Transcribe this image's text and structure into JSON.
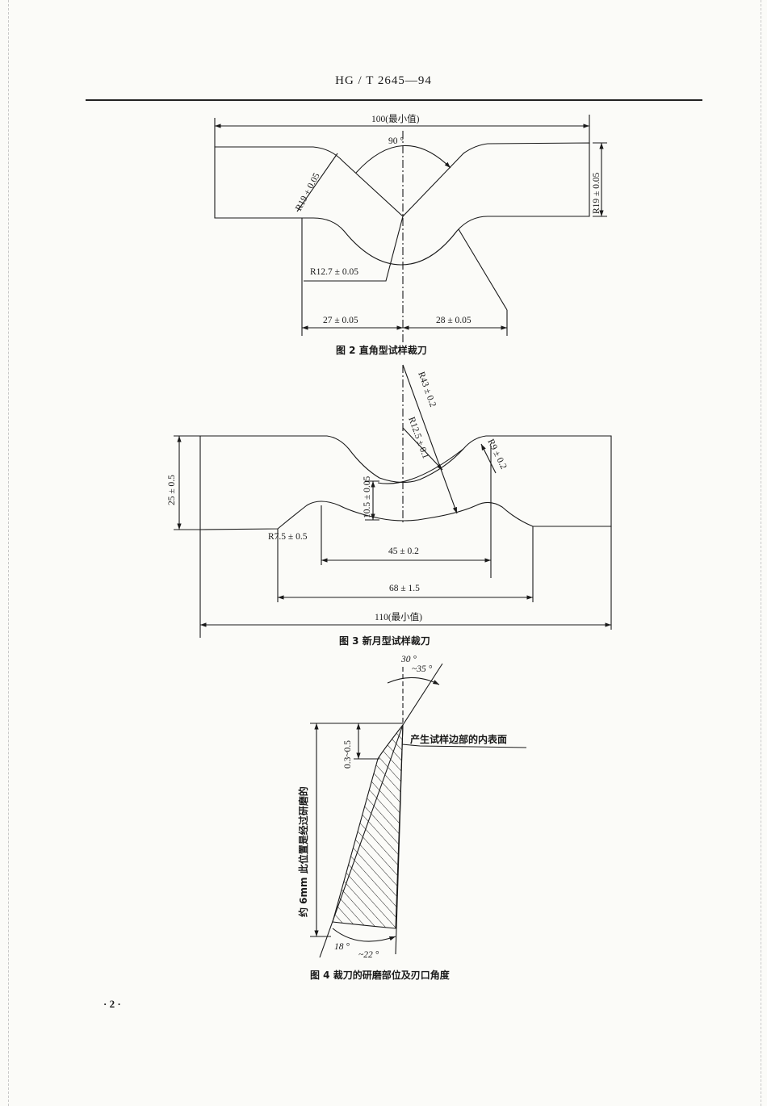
{
  "header": {
    "standard_code": "HG / T   2645—94"
  },
  "figure2": {
    "caption": "图 2   直角型试样裁刀",
    "dims": {
      "total_width": "100(最小值)",
      "angle": "90 °",
      "radius_outer": "R19 ± 0.05",
      "height_right": "R19 ± 0.05",
      "radius_inner": "R12.7 ± 0.05",
      "left_len": "27 ± 0.05",
      "right_len": "28 ± 0.05"
    }
  },
  "figure3": {
    "caption": "图 3   新月型试样裁刀",
    "dims": {
      "r43": "R43 ± 0.2",
      "r125": "R12.5 ± 0.1",
      "r9": "R9 ± 0.2",
      "height_total": "25 ± 0.5",
      "height_mid": "10.5 ± 0.05",
      "r75": "R7.5 ± 0.5",
      "w45": "45 ± 0.2",
      "w68": "68 ± 1.5",
      "w110": "110(最小值)"
    }
  },
  "figure4": {
    "caption": "图 4   裁刀的研磨部位及刃口角度",
    "dims": {
      "angle_top_a": "30 °",
      "angle_top_b": "~35 °",
      "edge_depth": "0.3~0.5",
      "inner_surface": "产生试样边部的内表面",
      "ground_len": "约 6mm 此位置是经过研磨的",
      "angle_bottom_a": "18 °",
      "angle_bottom_b": "~22 °"
    }
  },
  "footer": {
    "page_number": "· 2 ·"
  }
}
